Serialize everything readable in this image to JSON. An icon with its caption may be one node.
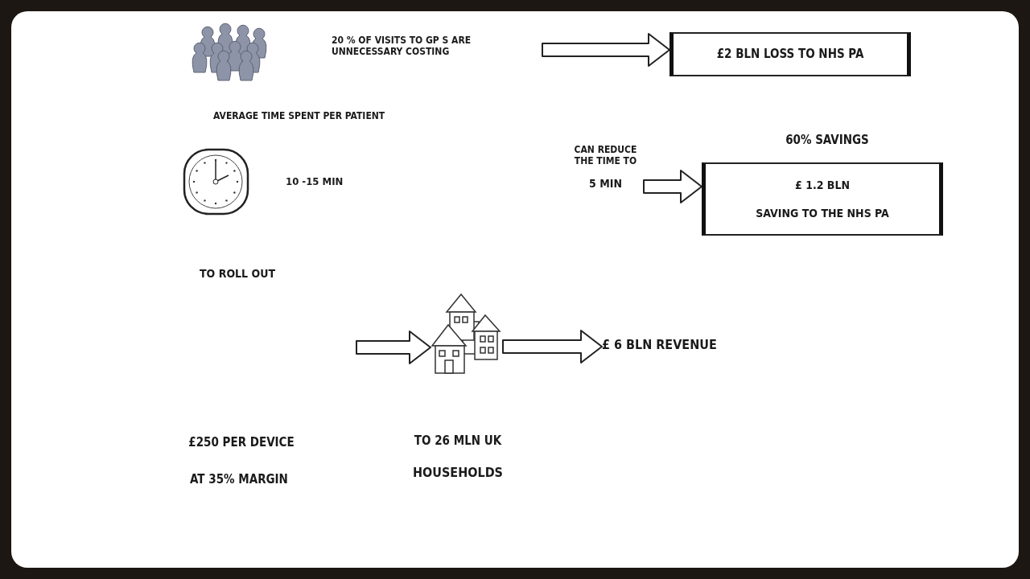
{
  "diagram": {
    "nodes": [
      {
        "text": [
          "20 % OF VISITS TO GP S ARE UNNECESSARY COSTING"
        ]
      },
      {
        "text": [
          "£2 BLN LOSS TO NHS PA"
        ]
      },
      {
        "text": [
          "CAN REDUCE THE TIME TO",
          "5 MIN"
        ]
      },
      {
        "text": [
          "£ 1.2 BLN",
          "SAVING TO THE NHS PA"
        ],
        "beside": [
          "60% SAVINGS"
        ]
      },
      {
        "text": [],
        "shape": "picture",
        "beside": [
          "TO 26 MLN UK",
          "HOUSEHOLDS"
        ]
      },
      {
        "text": [
          "£ 6 BLN REVENUE"
        ]
      }
    ],
    "edges": [
      {
        "from": 0,
        "to": 1,
        "arrow": "to"
      },
      {
        "from": 2,
        "to": 3,
        "arrow": "to"
      },
      {
        "from": null,
        "to": 4,
        "arrow": "to"
      },
      {
        "from": 4,
        "to": 5,
        "arrow": "to"
      }
    ],
    "labels": [
      "AVERAGE TIME SPENT PER PATIENT",
      "10 -15 MIN",
      "TO ROLL OUT",
      "£250 PER DEVICE",
      "AT 35% MARGIN"
    ]
  }
}
